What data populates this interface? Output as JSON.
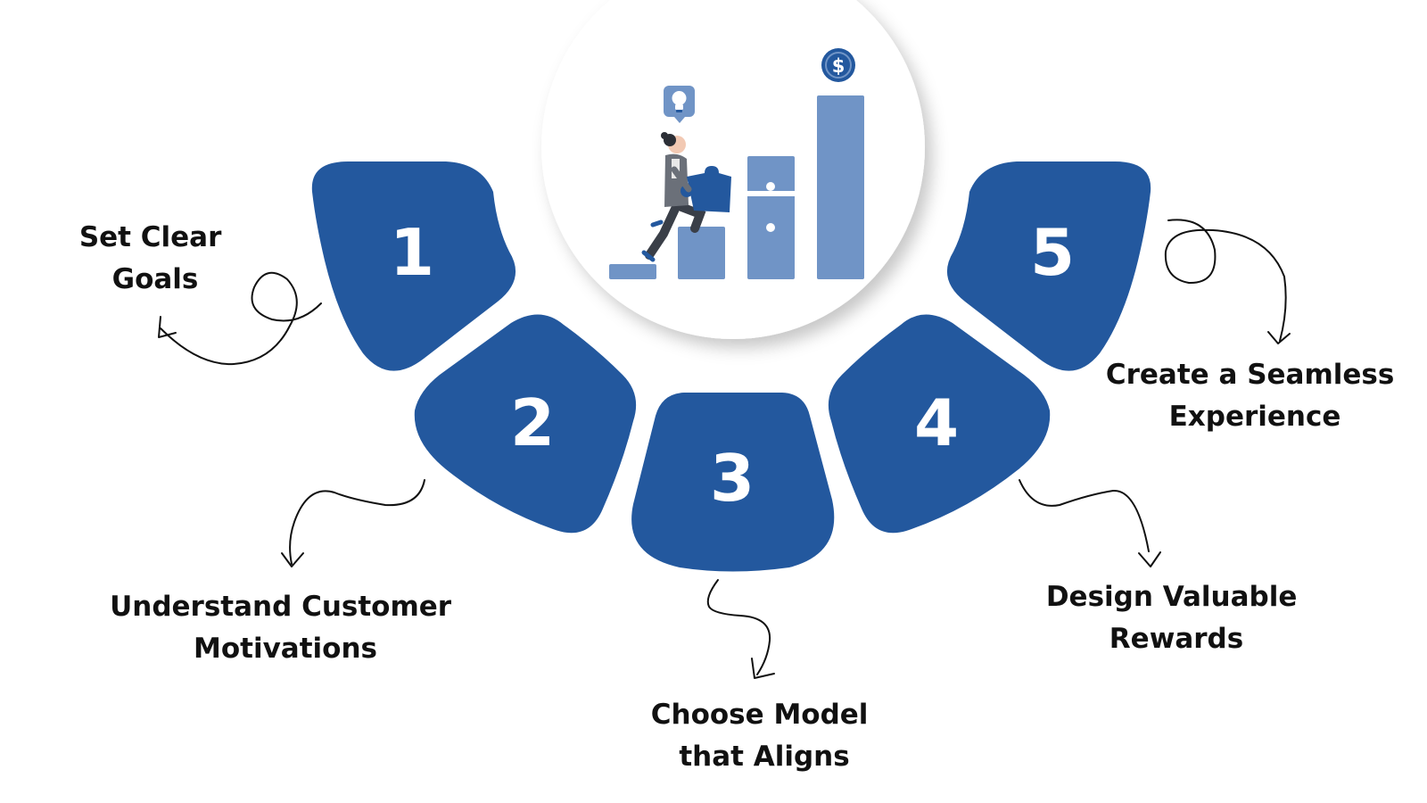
{
  "colors": {
    "primary": "#23589e",
    "bar": "#7094c6",
    "text": "#111111",
    "circle": "#ffffff"
  },
  "steps": [
    {
      "number": "1",
      "lines": [
        "Set Clear",
        "Goals"
      ]
    },
    {
      "number": "2",
      "lines": [
        "Understand Customer",
        "Motivations"
      ]
    },
    {
      "number": "3",
      "lines": [
        "Choose Model",
        "that Aligns"
      ]
    },
    {
      "number": "4",
      "lines": [
        "Design Valuable",
        "Rewards"
      ]
    },
    {
      "number": "5",
      "lines": [
        "Create a Seamless",
        "Experience"
      ]
    }
  ],
  "illustration": {
    "currency_symbol": "$",
    "icons": [
      "lightbulb-icon",
      "dollar-coin-icon",
      "puzzle-piece-icon"
    ]
  }
}
